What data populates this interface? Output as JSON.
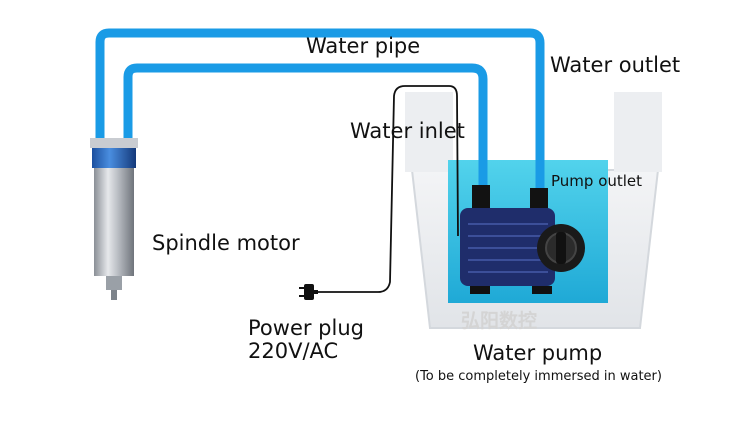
{
  "labels": {
    "water_pipe": "Water pipe",
    "water_outlet": "Water outlet",
    "water_inlet": "Water inlet",
    "pump_outlet": "Pump outlet",
    "spindle_motor": "Spindle motor",
    "power_plug_line1": "Power plug",
    "power_plug_line2": "220V/AC",
    "water_pump": "Water pump",
    "water_pump_note": "(To be completely immersed in water)"
  },
  "watermark": "弘阳数控",
  "colors": {
    "pipe_blue": "#1a9be6",
    "water_cyan": "#3cc4e0",
    "pump_body": "#1f2d6b",
    "tank_grey": "#e9ebee"
  },
  "icons": [
    "spindle-motor-icon",
    "water-pump-icon",
    "power-plug-icon"
  ]
}
